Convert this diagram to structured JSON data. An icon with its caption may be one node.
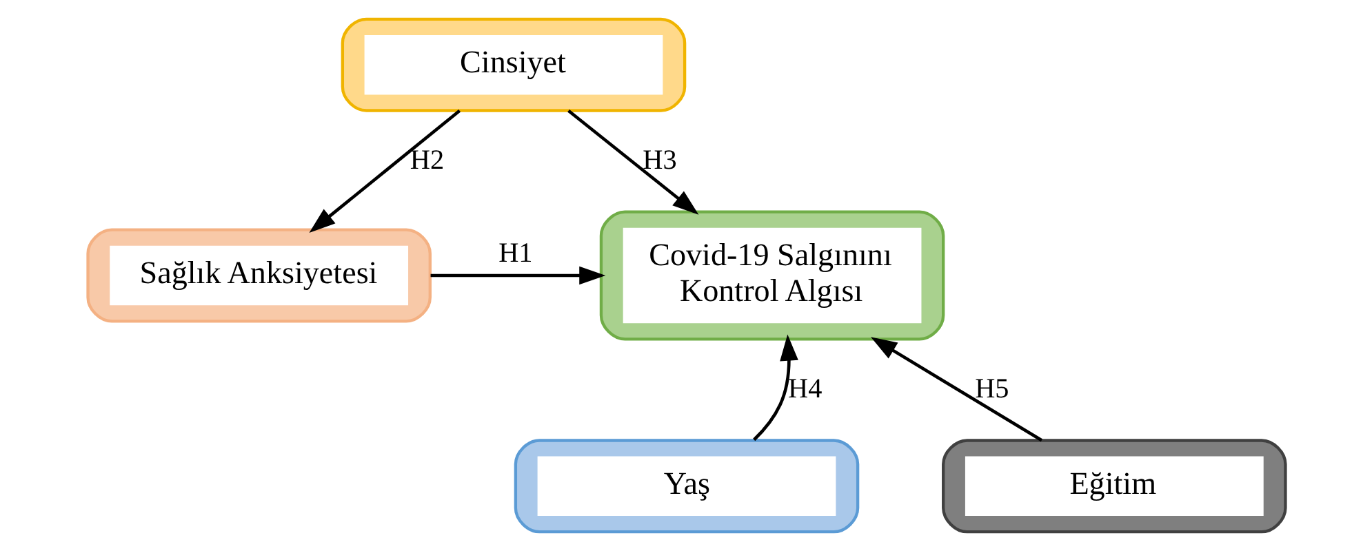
{
  "diagram": {
    "nodes": [
      {
        "text": [
          "Cinsiyet"
        ]
      },
      {
        "text": [
          "Sağlık Anksiyetesi"
        ]
      },
      {
        "text": [
          "Covid-19 Salgınını Kontrol Algısı"
        ]
      },
      {
        "text": [
          "Yaş"
        ]
      },
      {
        "text": [
          "Eğitim"
        ]
      }
    ],
    "edges": [
      {
        "from": 0,
        "to": 1,
        "arrow": "to",
        "label": "H2"
      },
      {
        "from": 0,
        "to": 2,
        "arrow": "to",
        "label": "H3"
      },
      {
        "from": 1,
        "to": 2,
        "arrow": "to",
        "label": "H1"
      },
      {
        "from": 3,
        "to": 2,
        "arrow": "to",
        "label": "H4"
      },
      {
        "from": 4,
        "to": 2,
        "arrow": "to",
        "label": "H5"
      }
    ]
  }
}
